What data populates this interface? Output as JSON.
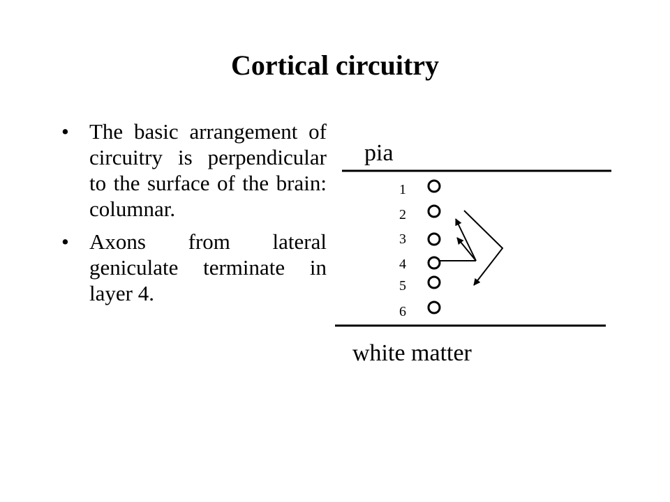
{
  "title": "Cortical circuitry",
  "bullets": [
    {
      "marker": "•",
      "text": "The basic arrangement of circuitry is perpendicular to the surface of the brain: columnar."
    },
    {
      "marker": "•",
      "text": "Axons from lateral geniculate terminate in layer 4."
    }
  ],
  "diagram": {
    "top_label": "pia",
    "bottom_label": "white matter",
    "layers": [
      "1",
      "2",
      "3",
      "4",
      "5",
      "6"
    ]
  }
}
